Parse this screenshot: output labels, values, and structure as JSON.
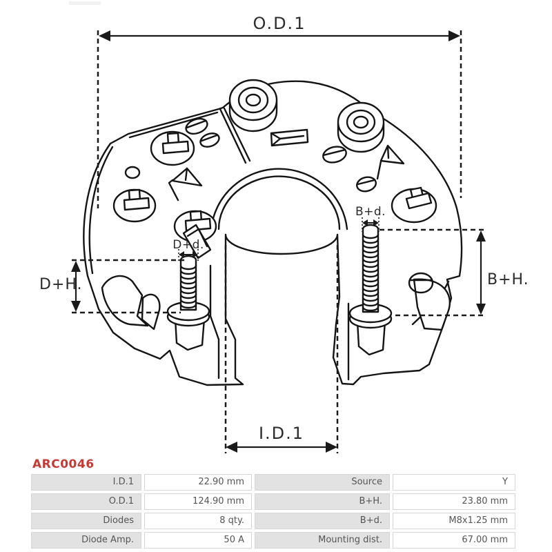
{
  "part_number": "ARC0046",
  "accent_color": "#c43b35",
  "diagram": {
    "type": "technical-drawing",
    "subject": "alternator rectifier",
    "labels": {
      "od1": "O.D.1",
      "id1": "I.D.1",
      "dh": "D+H.",
      "bh": "B+H.",
      "dd": "D+d.",
      "bd": "B+d."
    }
  },
  "table": {
    "rows": [
      {
        "label1": "I.D.1",
        "value1": "22.90 mm",
        "label2": "Source",
        "value2": "Y"
      },
      {
        "label1": "O.D.1",
        "value1": "124.90 mm",
        "label2": "B+H.",
        "value2": "23.80 mm"
      },
      {
        "label1": "Diodes",
        "value1": "8 qty.",
        "label2": "B+d.",
        "value2": "M8x1.25 mm"
      },
      {
        "label1": "Diode Amp.",
        "value1": "50 A",
        "label2": "Mounting dist.",
        "value2": "67.00 mm"
      }
    ]
  }
}
